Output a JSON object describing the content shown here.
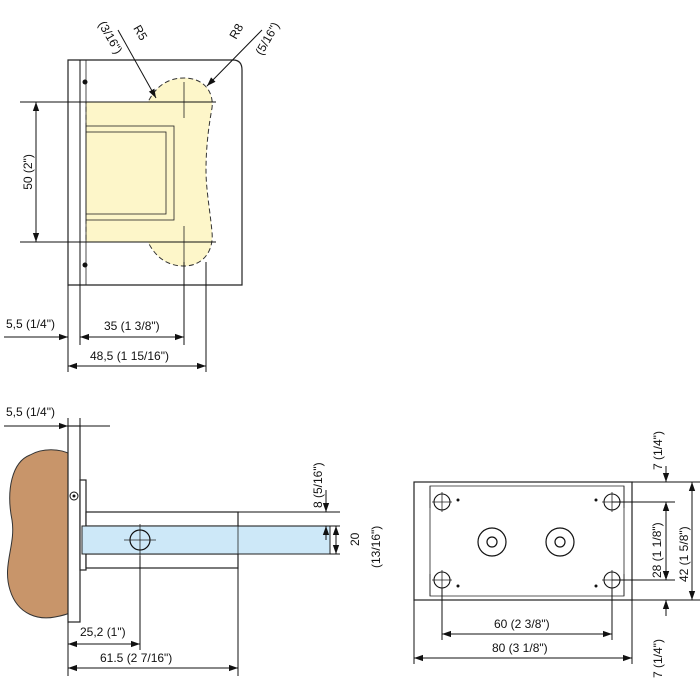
{
  "colors": {
    "plate_fill": "#fdf6c9",
    "glass_fill": "#cde8f8",
    "wall_fill": "#c8956a",
    "line": "#111111"
  },
  "top_view": {
    "radius_r5": "R5",
    "radius_r5_inch": "(3/16\")",
    "radius_r8": "R8",
    "radius_r8_inch": "(5/16\")",
    "height_50": "50 (2\")",
    "offset_5_5": "5,5 (1/4\")",
    "width_35": "35 (1  3/8\")",
    "width_48_5": "48,5 (1  15/16\")"
  },
  "side_view": {
    "offset_5_5": "5,5 (1/4\")",
    "thickness_8": "8 (5/16\")",
    "height_20": "20",
    "height_20_inch": "(13/16\")",
    "depth_25_2": "25,2 (1\")",
    "length_61_5": "61.5 (2  7/16\")"
  },
  "front_view": {
    "top_7": "7 (1/4\")",
    "hole_spacing_28": "28 (1  1/8\")",
    "height_42": "42 (1  5/8\")",
    "bottom_7": "7 (1/4\")",
    "hole_spacing_60": "60 (2  3/8\")",
    "width_80": "80 (3  1/8\")"
  }
}
